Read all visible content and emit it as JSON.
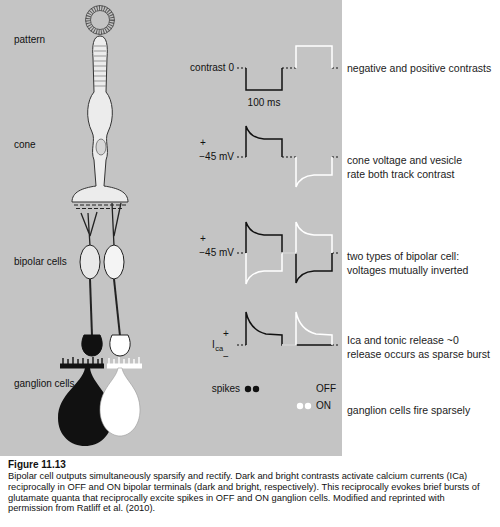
{
  "diagram": {
    "title": "Figure 11.13",
    "caption": "Bipolar cell outputs simultaneously sparsify and rectify. Dark and bright contrasts activate calcium currents (ICa) reciprocally in OFF and ON bipolar terminals (dark and bright, respectively). This reciprocally evokes brief bursts of glutamate quanta that reciprocally excite spikes in OFF and ON ganglion cells. Modified and reprinted with permission from Ratliff et al. (2010).",
    "labels": [
      "pattern",
      "contrast 0",
      "100 ms",
      "negative and positive contrasts",
      "cone",
      "+",
      "−45 mV",
      "cone voltage and vesicle",
      "rate both track contrast",
      "bipolar cells",
      "+",
      "−45 mV",
      "two types of bipolar cell:",
      "voltages mutually inverted",
      "I",
      "ca",
      "+",
      "−",
      "Ica and tonic release ~0",
      "release occurs as sparse burst",
      "ganglion cells",
      "spikes",
      "OFF",
      "ON",
      "ganglion cells fire sparsely"
    ]
  }
}
